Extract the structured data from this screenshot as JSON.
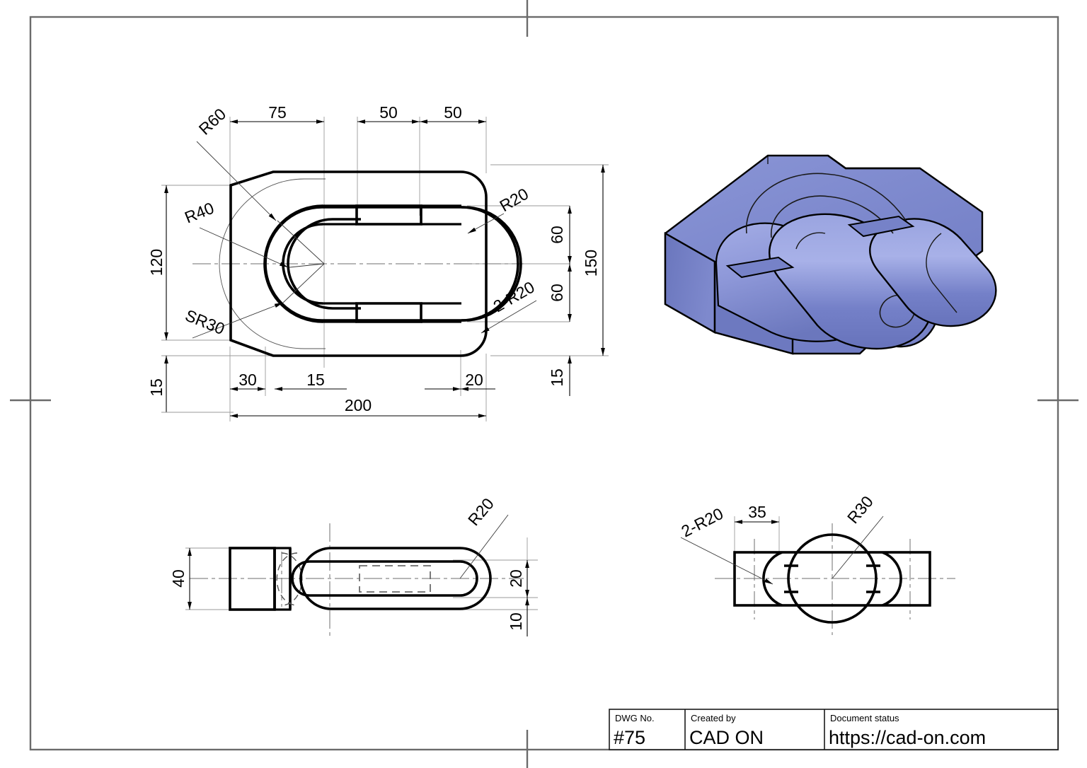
{
  "sheet": {
    "frame_color": "#6b6b6b",
    "line_color": "#000000",
    "background": "#ffffff",
    "registration_marks": 4
  },
  "title_block": {
    "cells": [
      {
        "label": "DWG No.",
        "value": "#75",
        "name": "dwg-no"
      },
      {
        "label": "Created by",
        "value": "CAD ON",
        "name": "created-by"
      },
      {
        "label": "Document status",
        "value": "https://cad-on.com",
        "name": "document-status"
      }
    ]
  },
  "views": {
    "front": {
      "name": "front-view",
      "dimensions": {
        "top": [
          {
            "text": "75",
            "name": "dim-75"
          },
          {
            "text": "50",
            "name": "dim-50-a"
          },
          {
            "text": "50",
            "name": "dim-50-b"
          }
        ],
        "bottom": [
          {
            "text": "30",
            "name": "dim-30"
          },
          {
            "text": "15",
            "name": "dim-15-bottom"
          },
          {
            "text": "20",
            "name": "dim-20"
          },
          {
            "text": "200",
            "name": "dim-200"
          }
        ],
        "left": [
          {
            "text": "120",
            "name": "dim-120"
          },
          {
            "text": "15",
            "name": "dim-15-left"
          }
        ],
        "right": [
          {
            "text": "60",
            "name": "dim-60-upper"
          },
          {
            "text": "60",
            "name": "dim-60-lower"
          },
          {
            "text": "150",
            "name": "dim-150"
          },
          {
            "text": "15",
            "name": "dim-15-right"
          }
        ],
        "radii": [
          {
            "text": "R60",
            "name": "radius-r60"
          },
          {
            "text": "R40",
            "name": "radius-r40"
          },
          {
            "text": "SR30",
            "name": "radius-sr30"
          },
          {
            "text": "R20",
            "name": "radius-r20-front"
          },
          {
            "text": "2-R20",
            "name": "radius-2r20-front"
          }
        ]
      }
    },
    "top": {
      "name": "top-view",
      "dimensions": {
        "left": [
          {
            "text": "40",
            "name": "dim-40"
          }
        ],
        "right": [
          {
            "text": "20",
            "name": "dim-20-top-view"
          },
          {
            "text": "10",
            "name": "dim-10-top-view"
          }
        ],
        "radii": [
          {
            "text": "R20",
            "name": "radius-r20-top"
          }
        ]
      }
    },
    "side": {
      "name": "side-view",
      "dimensions": {
        "top": [
          {
            "text": "35",
            "name": "dim-35"
          }
        ],
        "radii": [
          {
            "text": "R30",
            "name": "radius-r30-side"
          },
          {
            "text": "2-R20",
            "name": "radius-2r20-side"
          }
        ]
      }
    },
    "iso": {
      "name": "isometric-view",
      "body_color": "#7a86cc",
      "body_color_dark": "#5c68b4",
      "body_color_light": "#96a0dc",
      "edge_color": "#000000"
    }
  }
}
